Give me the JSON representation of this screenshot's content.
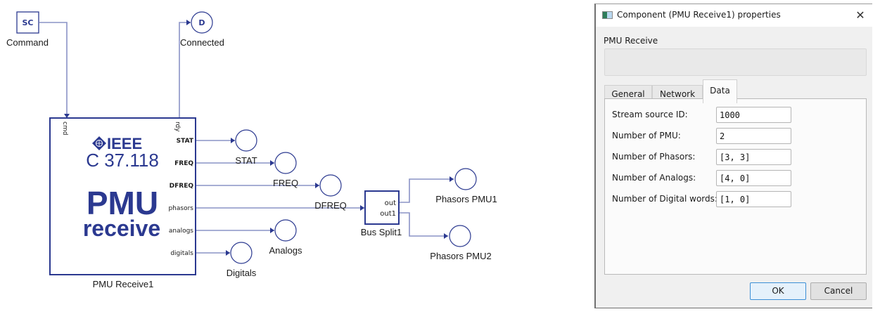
{
  "diagram": {
    "source_block": {
      "glyph": "SC",
      "label": "Command"
    },
    "connected_output": {
      "glyph": "D",
      "label": "Connected"
    },
    "pmu_block": {
      "name": "PMU Receive1",
      "logo_text": "IEEE",
      "standard": "C 37.118",
      "title_line1": "PMU",
      "title_line2": "receive",
      "input_ports": [
        "cmd"
      ],
      "top_output_port": "rdy",
      "output_ports": [
        "STAT",
        "FREQ",
        "DFREQ",
        "phasors",
        "analogs",
        "digitals"
      ]
    },
    "outputs": [
      {
        "label": "STAT"
      },
      {
        "label": "FREQ"
      },
      {
        "label": "DFREQ"
      },
      {
        "label": "Analogs"
      },
      {
        "label": "Digitals"
      }
    ],
    "bus_split": {
      "name": "Bus Split1",
      "ports": [
        "out",
        "out1"
      ]
    },
    "bus_outputs": [
      {
        "label": "Phasors PMU1"
      },
      {
        "label": "Phasors PMU2"
      }
    ],
    "colors": {
      "block_stroke": "#2b3990",
      "wire": "#8a93c6",
      "logo_text": "#2b3990"
    }
  },
  "dialog": {
    "title": "Component (PMU Receive1) properties",
    "close_glyph": "✕",
    "component_type": "PMU Receive",
    "description": "",
    "tabs": [
      {
        "label": "General",
        "active": false
      },
      {
        "label": "Network",
        "active": false
      },
      {
        "label": "Data",
        "active": true
      }
    ],
    "fields": [
      {
        "label": "Stream source ID:",
        "value": "1000"
      },
      {
        "label": "Number of PMU:",
        "value": "2"
      },
      {
        "label": "Number of Phasors:",
        "value": "[3, 3]"
      },
      {
        "label": "Number of Analogs:",
        "value": "[4, 0]"
      },
      {
        "label": "Number of Digital words:",
        "value": "[1, 0]"
      }
    ],
    "buttons": {
      "ok": "OK",
      "cancel": "Cancel"
    }
  }
}
